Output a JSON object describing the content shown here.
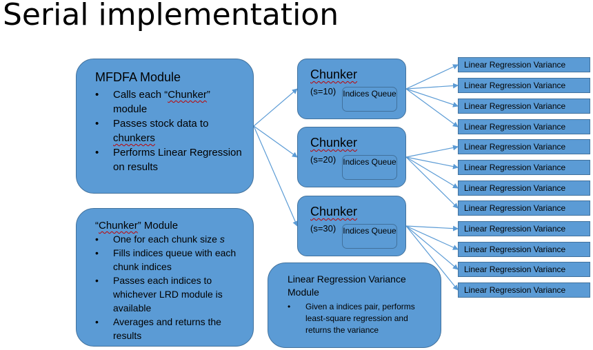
{
  "title": "Serial implementation",
  "mfdfa": {
    "title": "MFDFA Module",
    "items": [
      "Calls each “Chunker” module",
      "Passes stock data to chunkers",
      "Performs Linear Regression on results"
    ]
  },
  "chunker_module": {
    "title": "“Chunker” Module",
    "items": [
      "One for each chunk size s",
      "Fills indices queue with each chunk indices",
      "Passes each indices to whichever LRD module is available",
      "Averages and returns the results"
    ]
  },
  "lrv_module": {
    "title": "Linear Regression Variance Module",
    "items": [
      "Given a indices pair, performs least-square regression and returns the variance"
    ]
  },
  "chunkers": [
    {
      "title": "Chunker",
      "s": "(s=10)",
      "queue": "Indices Queue"
    },
    {
      "title": "Chunker",
      "s": "(s=20)",
      "queue": "Indices Queue"
    },
    {
      "title": "Chunker",
      "s": "(s=30)",
      "queue": "Indices Queue"
    }
  ],
  "lrv_label": "Linear Regression Variance",
  "colors": {
    "box_fill": "#5b9bd5",
    "box_border": "#41719c",
    "arrow": "#5b9bd5"
  }
}
